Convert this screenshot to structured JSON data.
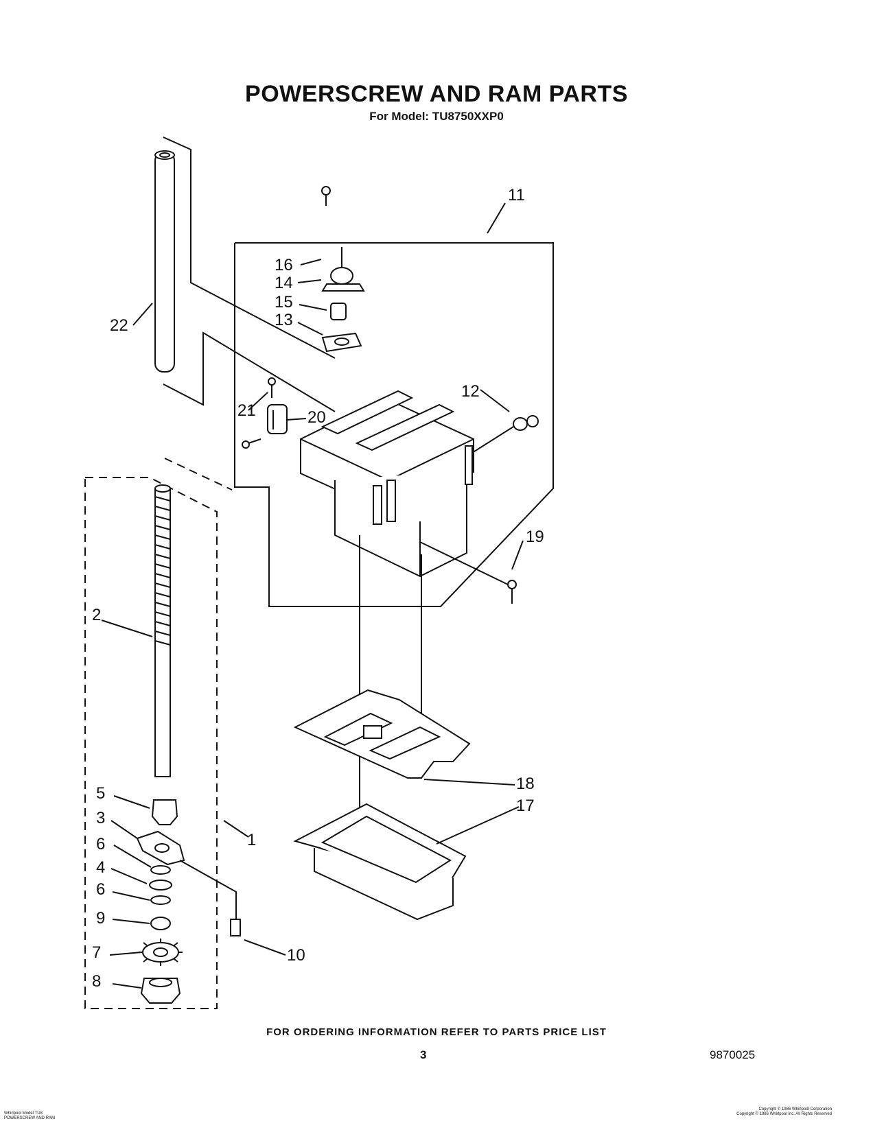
{
  "header": {
    "title": "POWERSCREW AND RAM PARTS",
    "subtitle": "For Model: TU8750XXP0"
  },
  "callouts": [
    "1",
    "2",
    "3",
    "4",
    "5",
    "6",
    "6",
    "7",
    "8",
    "9",
    "10",
    "11",
    "12",
    "13",
    "14",
    "15",
    "16",
    "17",
    "18",
    "19",
    "20",
    "21",
    "22"
  ],
  "footer": {
    "ordering": "FOR ORDERING INFORMATION REFER TO PARTS PRICE LIST",
    "page_number": "3",
    "doc_number": "9870025",
    "left_small": [
      "Whirlpool Model TU8",
      "POWERSCREW AND RAM"
    ],
    "right_small": [
      "Copyright © 1986 Whirlpool Corporation",
      "Copyright © 1986 Whirlpool Inc. All Rights Reserved"
    ]
  }
}
